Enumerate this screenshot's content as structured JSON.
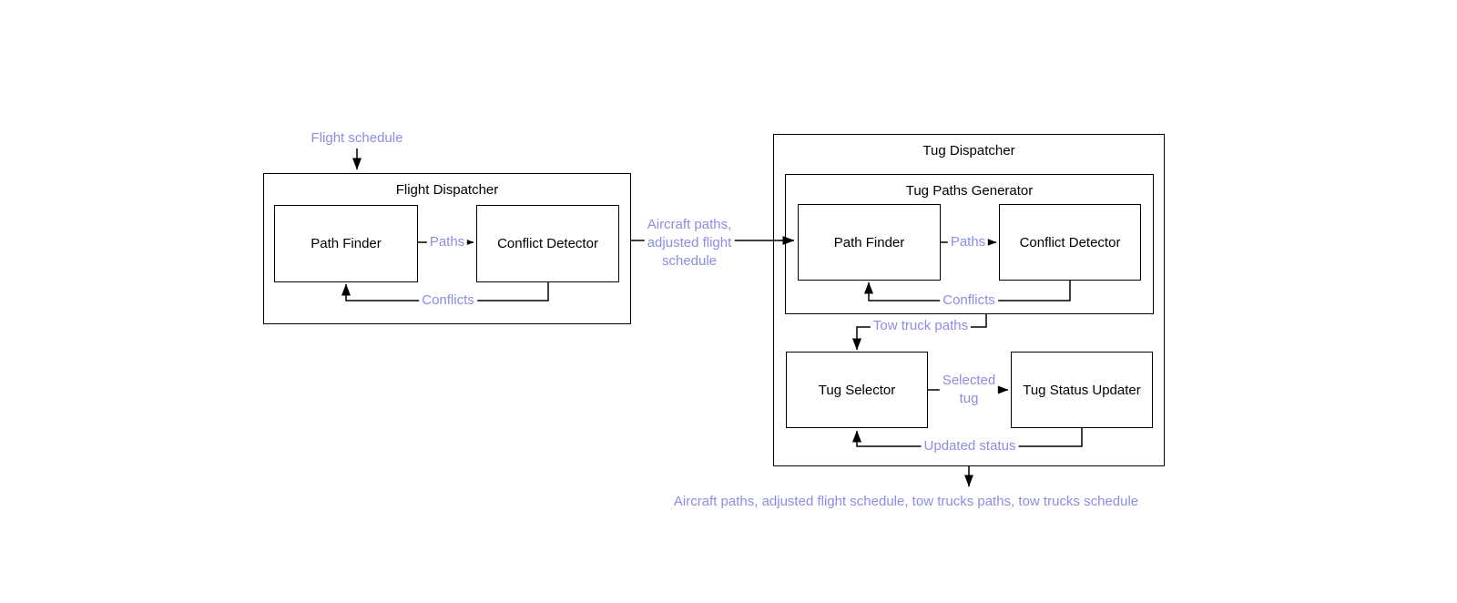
{
  "colors": {
    "accent": "#8C8CE6",
    "line": "#000000",
    "ink": "#000000",
    "bg": "#FFFFFF"
  },
  "diagram": {
    "flight_schedule_label": "Flight schedule",
    "flight_dispatcher": {
      "title": "Flight Dispatcher",
      "path_finder_label": "Path Finder",
      "conflict_detector_label": "Conflict Detector",
      "paths_edge_label": "Paths",
      "conflicts_edge_label": "Conflicts"
    },
    "transfer_edge_label": "Aircraft paths,\nadjusted flight\nschedule",
    "tug_dispatcher": {
      "title": "Tug Dispatcher",
      "tug_paths_generator": {
        "title": "Tug Paths Generator",
        "path_finder_label": "Path Finder",
        "conflict_detector_label": "Conflict Detector",
        "paths_edge_label": "Paths",
        "conflicts_edge_label": "Conflicts"
      },
      "tow_truck_paths_edge_label": "Tow truck paths",
      "tug_selector_label": "Tug Selector",
      "tug_status_updater_label": "Tug Status Updater",
      "selected_tug_edge_label": "Selected\ntug",
      "updated_status_edge_label": "Updated status"
    },
    "output_edge_label": "Aircraft paths, adjusted flight schedule, tow trucks paths, tow trucks schedule"
  }
}
